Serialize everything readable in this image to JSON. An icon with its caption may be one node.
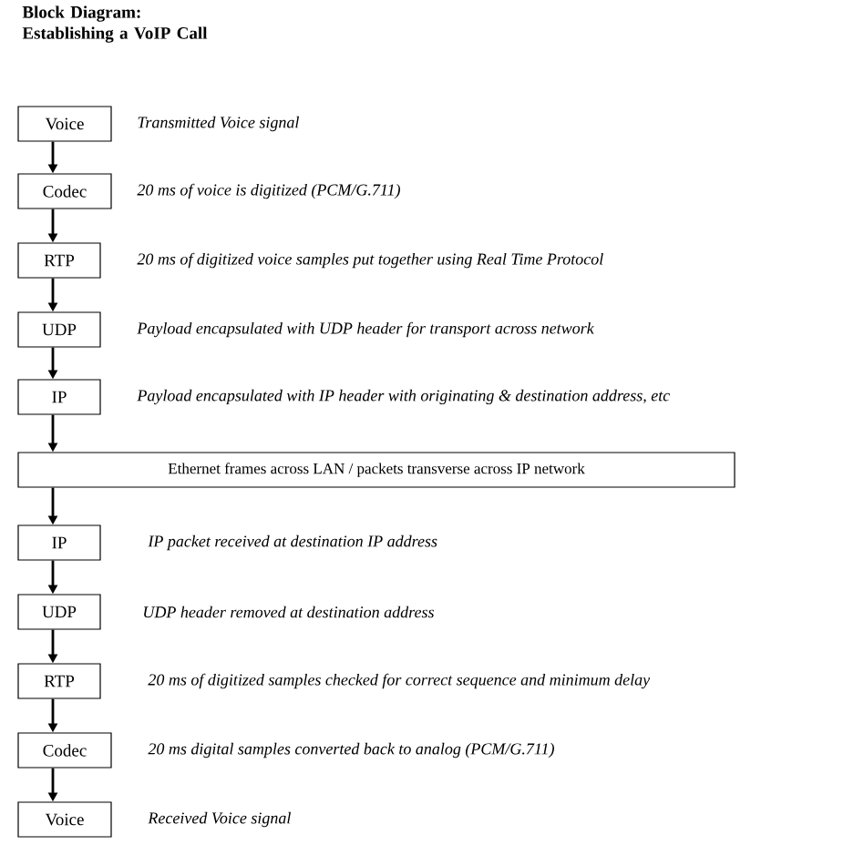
{
  "diagram": {
    "title": "Block Diagram: Establishing a VoIP Call",
    "nodes": [
      {
        "text": [
          "Voice"
        ],
        "beside": [
          "Transmitted Voice signal"
        ]
      },
      {
        "text": [
          "Codec"
        ],
        "beside": [
          "20 ms of voice is digitized (PCM/G.711)"
        ]
      },
      {
        "text": [
          "RTP"
        ],
        "beside": [
          "20 ms of digitized voice samples put together using Real Time Protocol"
        ]
      },
      {
        "text": [
          "UDP"
        ],
        "beside": [
          "Payload encapsulated with UDP header for transport across network"
        ]
      },
      {
        "text": [
          "IP"
        ],
        "beside": [
          "Payload encapsulated with IP header with originating & destination address, etc"
        ]
      },
      {
        "text": [
          "Ethernet frames across LAN / packets transverse across IP network"
        ]
      },
      {
        "text": [
          "IP"
        ],
        "beside": [
          "IP packet received at destination IP address"
        ]
      },
      {
        "text": [
          "UDP"
        ],
        "beside": [
          "UDP header removed at destination address"
        ]
      },
      {
        "text": [
          "RTP"
        ],
        "beside": [
          "20 ms of digitized samples checked for correct sequence and minimum delay"
        ]
      },
      {
        "text": [
          "Codec"
        ],
        "beside": [
          "20 ms digital samples converted back to analog (PCM/G.711)"
        ]
      },
      {
        "text": [
          "Voice"
        ],
        "beside": [
          "Received Voice signal"
        ]
      }
    ],
    "edges": [
      {
        "from": 0,
        "to": 1,
        "arrow": "to"
      },
      {
        "from": 1,
        "to": 2,
        "arrow": "to"
      },
      {
        "from": 2,
        "to": 3,
        "arrow": "to"
      },
      {
        "from": 3,
        "to": 4,
        "arrow": "to"
      },
      {
        "from": 4,
        "to": 5,
        "arrow": "to"
      },
      {
        "from": 5,
        "to": 6,
        "arrow": "to"
      },
      {
        "from": 6,
        "to": 7,
        "arrow": "to"
      },
      {
        "from": 7,
        "to": 8,
        "arrow": "to"
      },
      {
        "from": 8,
        "to": 9,
        "arrow": "to"
      },
      {
        "from": 9,
        "to": 10,
        "arrow": "to"
      }
    ]
  }
}
